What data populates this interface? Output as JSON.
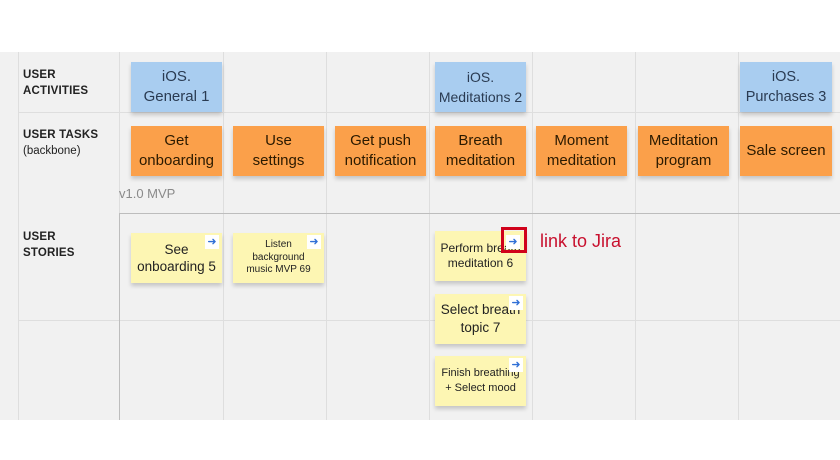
{
  "rows": {
    "activities": {
      "line1": "USER",
      "line2": "ACTIVITIES"
    },
    "tasks": {
      "line1": "USER TASKS",
      "line2": "(backbone)"
    },
    "stories": {
      "line1": "USER",
      "line2": "STORIES"
    }
  },
  "activities": [
    {
      "label": "iOS.\nGeneral 1"
    },
    {
      "label": "iOS.\nMeditations 2"
    },
    {
      "label": "iOS.\nPurchases 3"
    }
  ],
  "tasks": [
    {
      "label": "Get\nonboarding"
    },
    {
      "label": "Use\nsettings"
    },
    {
      "label": "Get push\nnotification"
    },
    {
      "label": "Breath\nmeditation"
    },
    {
      "label": "Moment\nmeditation"
    },
    {
      "label": "Meditation\nprogram"
    },
    {
      "label": "Sale screen"
    }
  ],
  "release": {
    "label": "v1.0 MVP"
  },
  "stories": [
    {
      "label": "See\nonboarding 5"
    },
    {
      "label": "Listen\nbackground\nmusic MVP 69"
    },
    {
      "label": "Perform breath\nmeditation 6"
    },
    {
      "label": "Select breath\ntopic 7"
    },
    {
      "label": "Finish breathing\n+ Select mood"
    }
  ],
  "icons": {
    "jira_link": "arrow-right-icon"
  },
  "annotation": {
    "text": "link to Jira",
    "color": "#c8102e"
  },
  "colors": {
    "activity": "#a9cdf0",
    "task": "#fba04a",
    "story": "#fdf6b3",
    "board": "#f1f1f1"
  }
}
